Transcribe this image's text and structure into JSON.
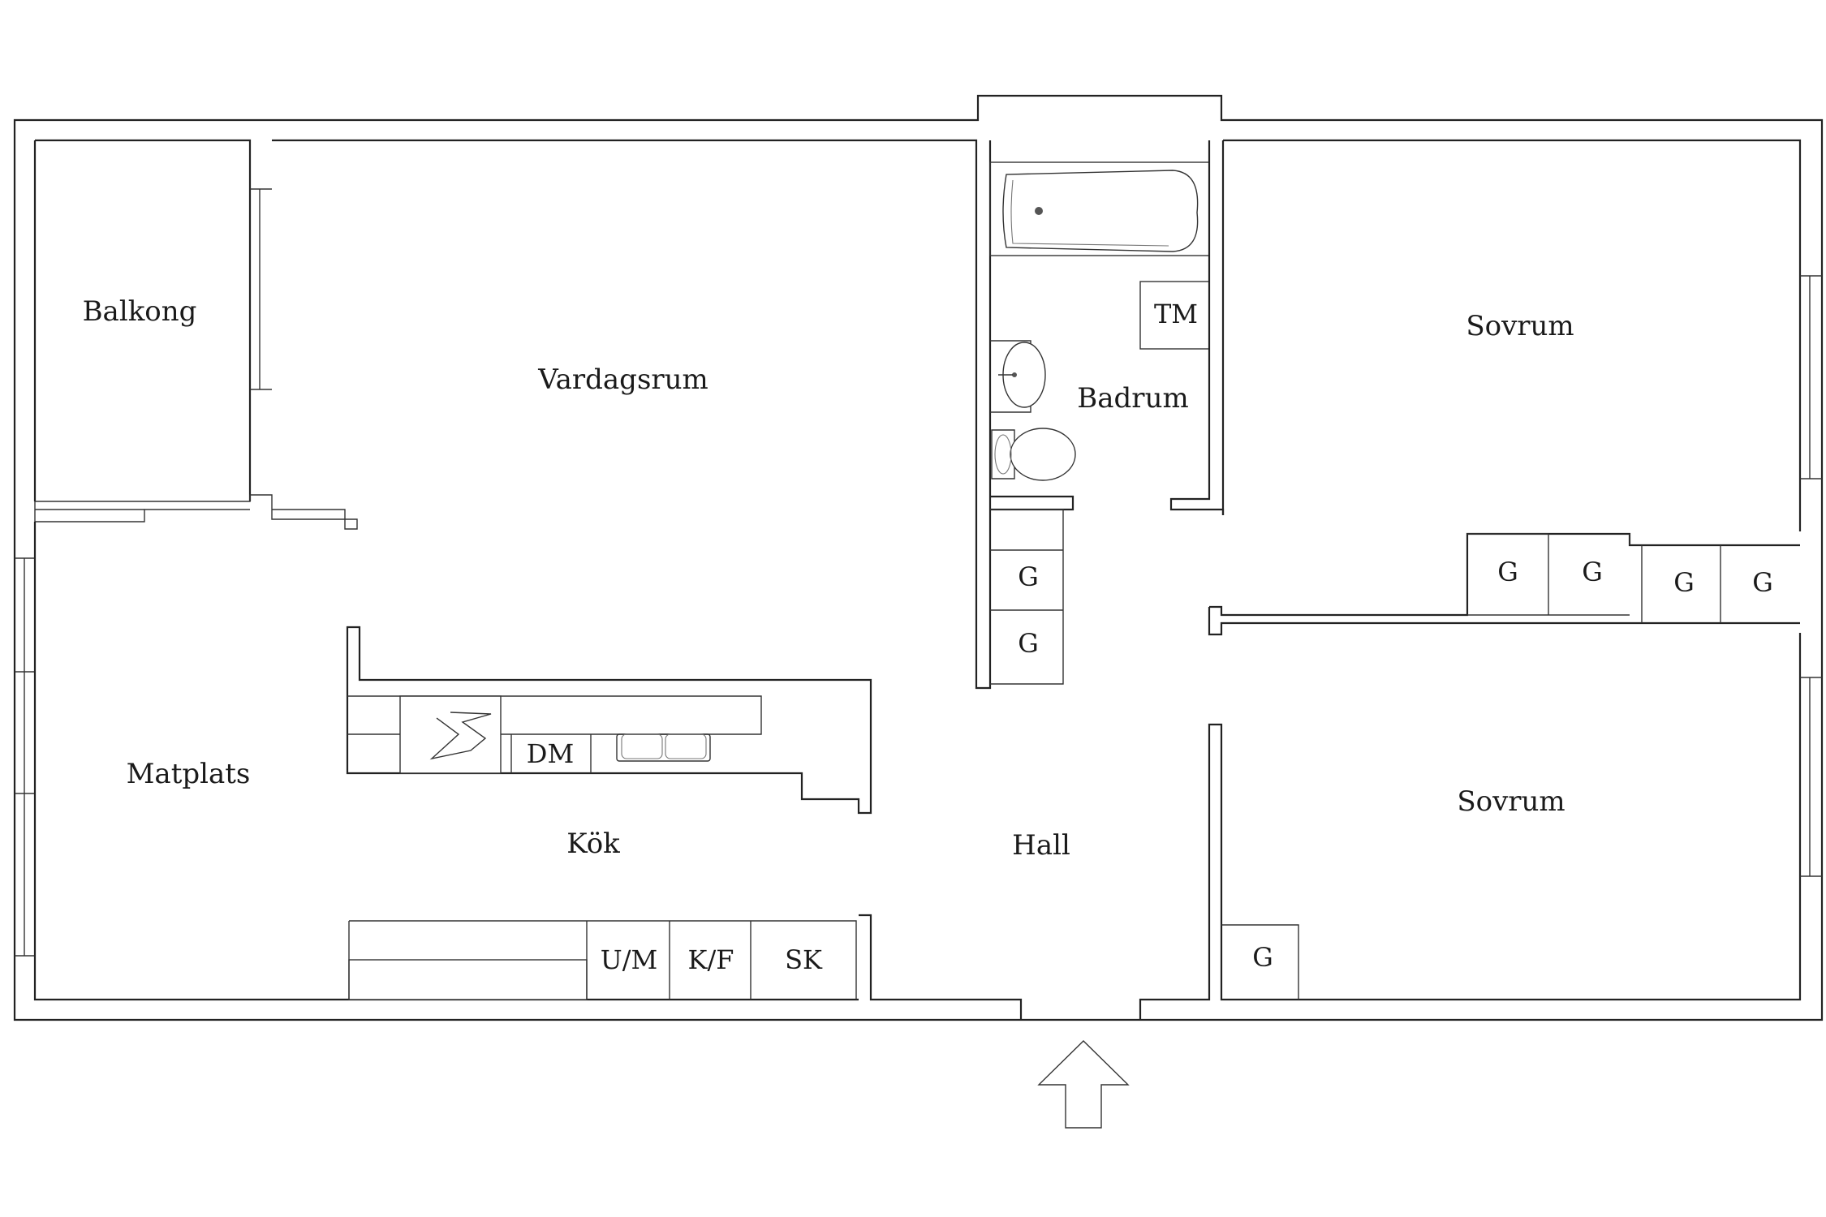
{
  "rooms": {
    "balkong": "Balkong",
    "vardagsrum": "Vardagsrum",
    "badrum": "Badrum",
    "sovrum_top": "Sovrum",
    "sovrum_bottom": "Sovrum",
    "matplats": "Matplats",
    "kok": "Kök",
    "hall": "Hall"
  },
  "fixtures": {
    "tm": "TM",
    "dm": "DM",
    "um": "U/M",
    "kf": "K/F",
    "sk": "SK",
    "g_hall_1": "G",
    "g_hall_2": "G",
    "g_bed1_1": "G",
    "g_bed1_2": "G",
    "g_bed2_1": "G",
    "g_bed2_2": "G",
    "g_bed2_3": "G"
  },
  "colors": {
    "line": "#222222",
    "background": "#ffffff"
  }
}
